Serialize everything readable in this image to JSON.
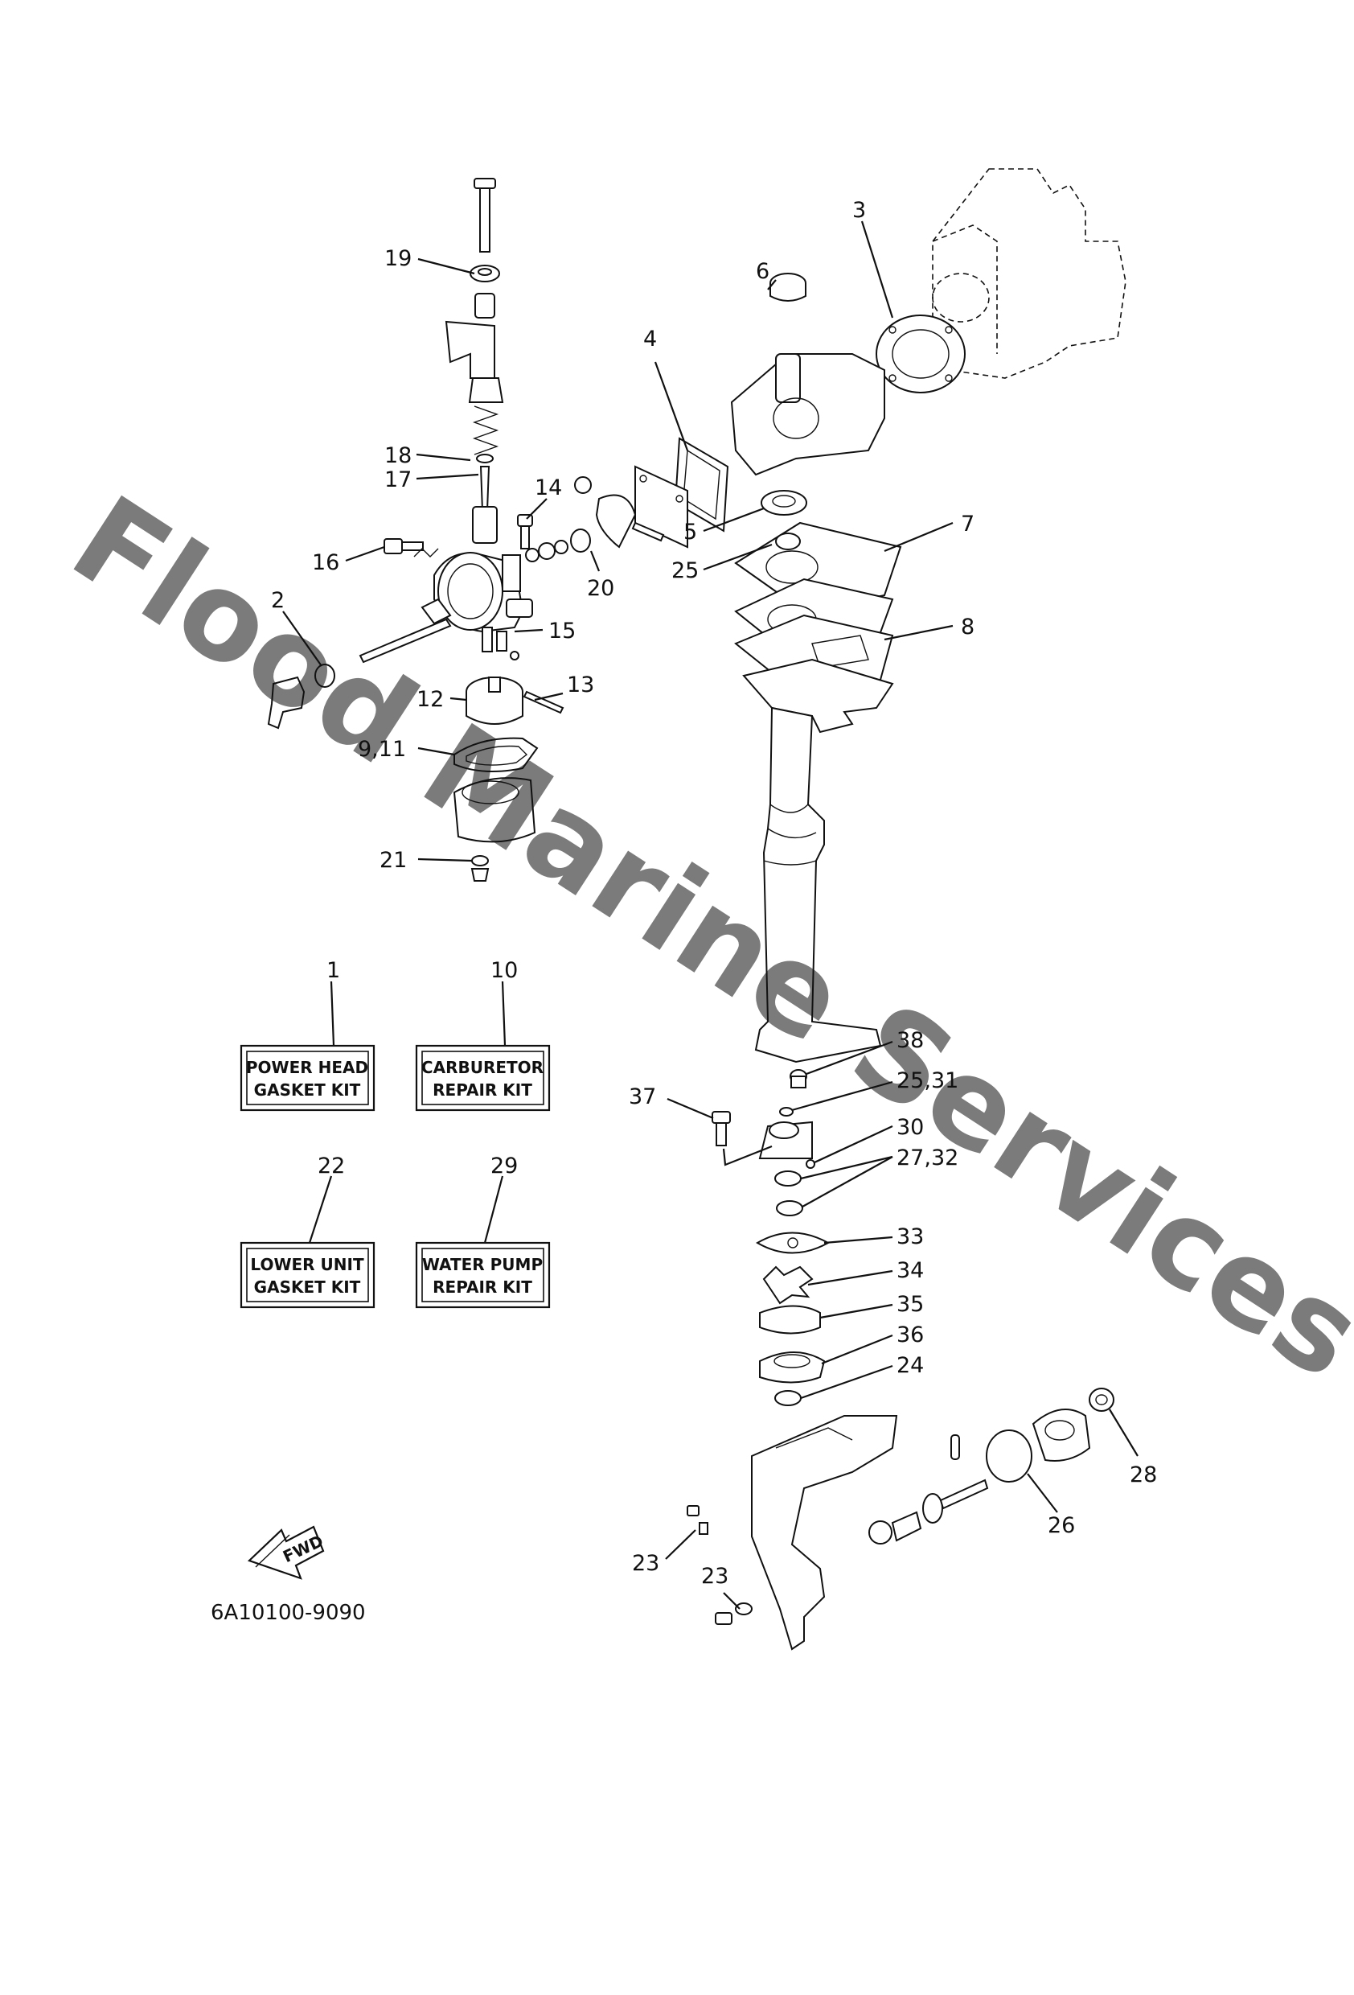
{
  "watermark": "Flood Marine Services",
  "diagram_code": "6A10100-9090",
  "fwd_label": "FWD",
  "callouts": {
    "c1": "1",
    "c2": "2",
    "c3": "3",
    "c4": "4",
    "c5": "5",
    "c6": "6",
    "c7": "7",
    "c8": "8",
    "c9_11": "9,11",
    "c10": "10",
    "c12": "12",
    "c13": "13",
    "c14": "14",
    "c15": "15",
    "c16": "16",
    "c17": "17",
    "c18": "18",
    "c19": "19",
    "c20": "20",
    "c21": "21",
    "c22": "22",
    "c23a": "23",
    "c23b": "23",
    "c24": "24",
    "c25a": "25",
    "c25_31": "25,31",
    "c26": "26",
    "c27_32": "27,32",
    "c28": "28",
    "c29": "29",
    "c30": "30",
    "c33": "33",
    "c34": "34",
    "c35": "35",
    "c36": "36",
    "c37": "37",
    "c38": "38"
  },
  "kits": {
    "power_head": {
      "line1": "POWER HEAD",
      "line2": "GASKET KIT"
    },
    "carburetor": {
      "line1": "CARBURETOR",
      "line2": "REPAIR KIT"
    },
    "lower_unit": {
      "line1": "LOWER UNIT",
      "line2": "GASKET KIT"
    },
    "water_pump": {
      "line1": "WATER PUMP",
      "line2": "REPAIR KIT"
    }
  }
}
